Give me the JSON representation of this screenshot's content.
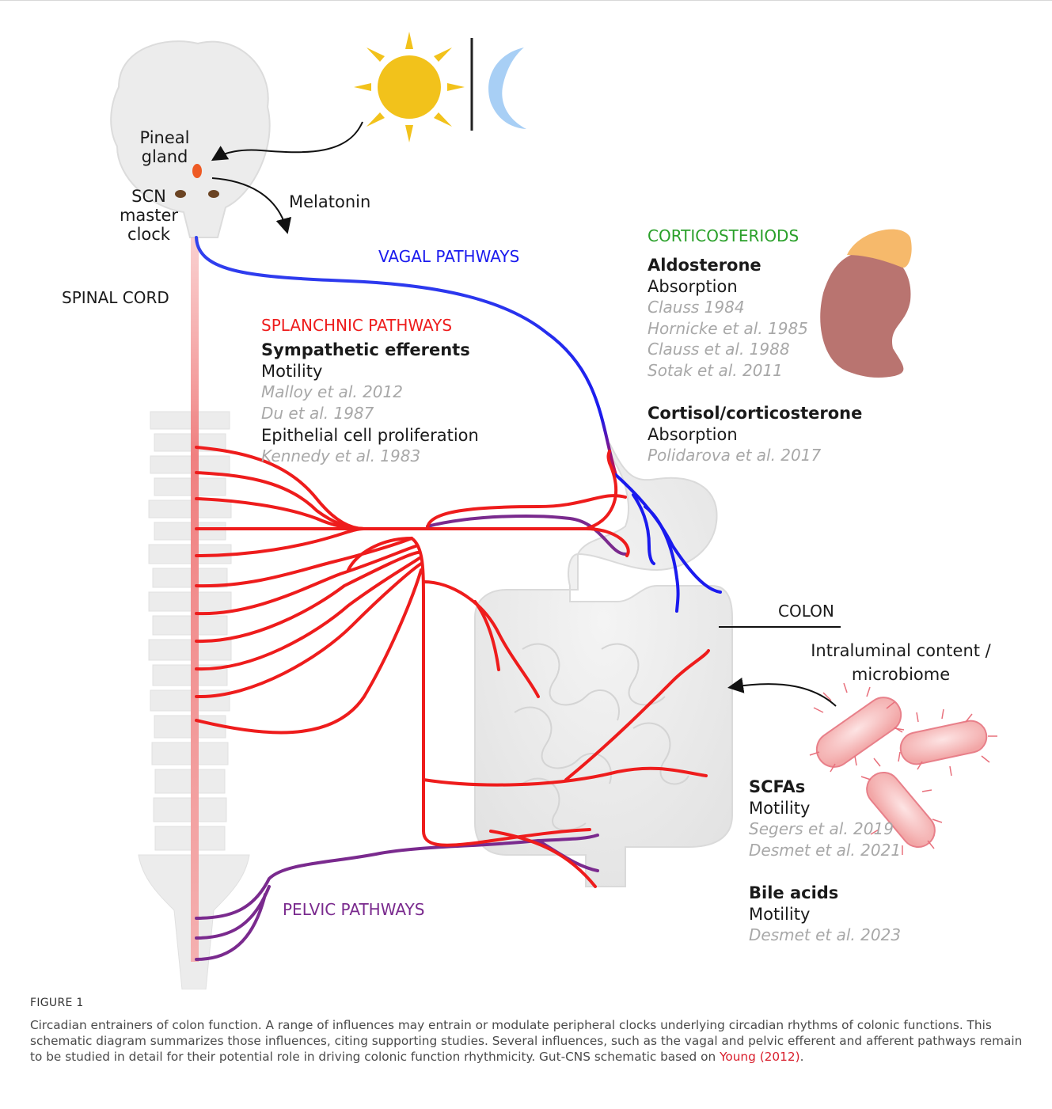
{
  "labels": {
    "pineal_gland_1": "Pineal",
    "pineal_gland_2": "gland",
    "scn_1": "SCN",
    "scn_2": "master",
    "scn_3": "clock",
    "melatonin": "Melatonin",
    "spinal_cord": "SPINAL CORD",
    "vagal": "VAGAL PATHWAYS",
    "splanchnic": "SPLANCHNIC PATHWAYS",
    "pelvic": "PELVIC PATHWAYS",
    "colon": "COLON",
    "intraluminal_1": "Intraluminal content /",
    "intraluminal_2": "microbiome"
  },
  "splanchnic_block": {
    "heading": "Sympathetic efferents",
    "item1": "Motility",
    "ref1": "Malloy et al. 2012",
    "ref2": "Du et al. 1987",
    "item2": "Epithelial cell proliferation",
    "ref3": "Kennedy et al. 1983"
  },
  "corticosteroids": {
    "heading": "CORTICOSTERIODS",
    "aldo": "Aldosterone",
    "aldo_item": "Absorption",
    "aldo_ref1": "Clauss 1984",
    "aldo_ref2": "Hornicke et al. 1985",
    "aldo_ref3": "Clauss et al. 1988",
    "aldo_ref4": "Sotak et al. 2011",
    "cort": "Cortisol/corticosterone",
    "cort_item": "Absorption",
    "cort_ref1": "Polidarova et al. 2017"
  },
  "microbiome": {
    "scfa": "SCFAs",
    "scfa_item": "Motility",
    "scfa_ref1": "Segers et al. 2019",
    "scfa_ref2": "Desmet et al. 2021",
    "bile": "Bile acids",
    "bile_item": "Motility",
    "bile_ref1": "Desmet et al. 2023"
  },
  "caption": {
    "figure_no": "FIGURE 1",
    "text": "Circadian entrainers of colon function. A range of influences may entrain or modulate peripheral clocks underlying circadian rhythms of colonic functions. This schematic diagram summarizes those influences, citing supporting studies. Several influences, such as the vagal and pelvic efferent and afferent pathways remain to be studied in detail for their potential role in driving colonic function rhythmicity. Gut-CNS schematic based on ",
    "link": "Young (2012)",
    "end": "."
  },
  "colors": {
    "vagal": "#1a1aee",
    "splanchnic": "#ee1c1c",
    "pelvic": "#7a2a8e",
    "corticosteroid_heading": "#2aa02a",
    "reference_gray": "#a8a8a8",
    "sun": "#f2c21b",
    "moon": "#a8cff5",
    "kidney": "#b97470",
    "adrenal": "#f6b96b"
  }
}
